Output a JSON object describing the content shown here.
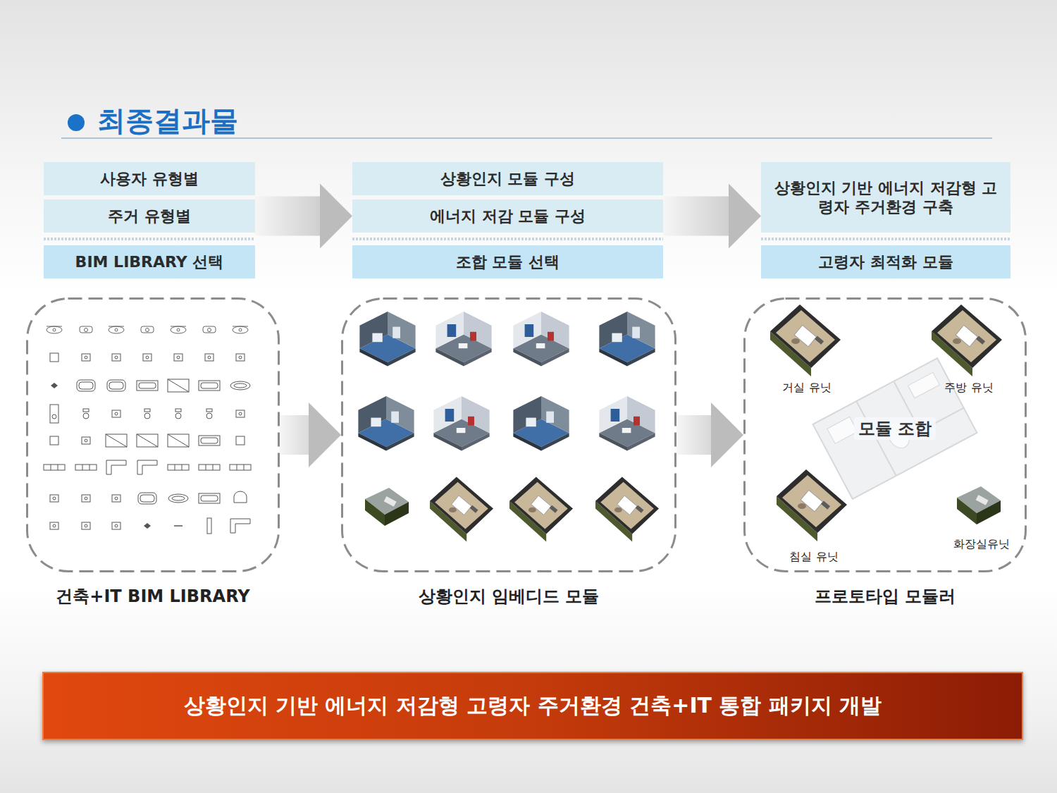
{
  "diagram": {
    "title": "최종결과물",
    "nodes": [
      {
        "text": [
          "사용자 유형별"
        ]
      },
      {
        "text": [
          "주거 유형별"
        ]
      },
      {
        "text": [
          "BIM LIBRARY 선택"
        ]
      },
      {
        "text": [
          "상황인지 모듈 구성"
        ]
      },
      {
        "text": [
          "에너지 저감 모듈 구성"
        ]
      },
      {
        "text": [
          "조합 모듈 선택"
        ]
      },
      {
        "text": [
          "상황인지 기반 에너지 저감형 고령자 주거환경 구축"
        ]
      },
      {
        "text": [
          "고령자 최적화 모듈"
        ]
      },
      {
        "text": [
          "건축+IT BIM LIBRARY"
        ]
      },
      {
        "text": [
          "상황인지 임베디드 모듈"
        ]
      },
      {
        "text": [
          "프로토타입 모듈러"
        ]
      },
      {
        "text": [
          "상황인지 기반 에너지 저감형 고령자 주거환경 건축+IT 통합 패키지 개발"
        ]
      }
    ],
    "edges": [
      {
        "from": 1,
        "to": 4,
        "arrow": "to"
      },
      {
        "from": 4,
        "to": 6,
        "arrow": "to"
      },
      {
        "from": 8,
        "to": 9,
        "arrow": "to"
      },
      {
        "from": 9,
        "to": 10,
        "arrow": "to"
      }
    ],
    "labels": [
      "거실 유닛",
      "주방 유닛",
      "모듈 조합",
      "침실 유닛",
      "화장실유닛"
    ]
  }
}
